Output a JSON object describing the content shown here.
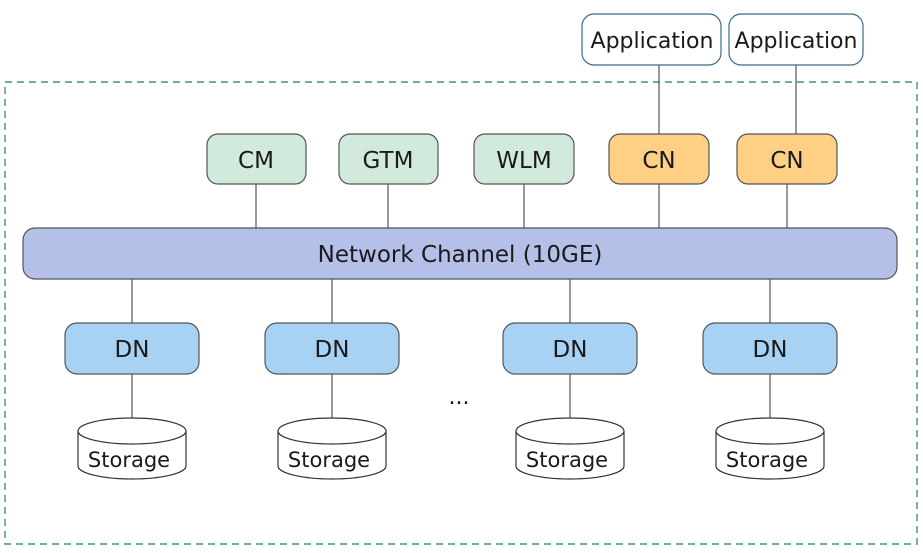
{
  "applications": [
    "Application",
    "Application"
  ],
  "management": [
    "CM",
    "GTM",
    "WLM"
  ],
  "coordinators": [
    "CN",
    "CN"
  ],
  "network": {
    "label": "Network Channel (10GE)"
  },
  "data_nodes": [
    "DN",
    "DN",
    "DN",
    "DN"
  ],
  "storage": [
    "Storage",
    "Storage",
    "Storage",
    "Storage"
  ],
  "ellipsis": "...",
  "colors": {
    "management_fill": "#d2eadb",
    "coordinator_fill": "#fdd086",
    "network_fill": "#b4c0e8",
    "dn_fill": "#a8d2f4",
    "frame_stroke": "#3f8f9a"
  }
}
